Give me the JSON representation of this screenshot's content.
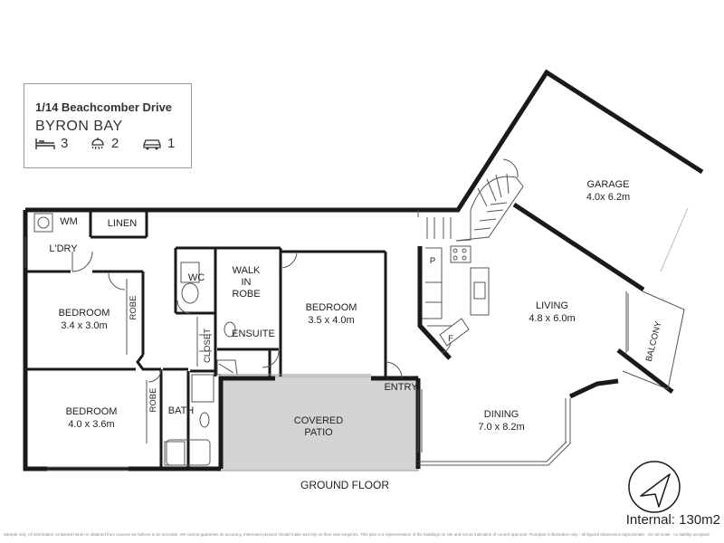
{
  "listing": {
    "address": "1/14 Beachcomber Drive",
    "suburb": "BYRON BAY",
    "features": [
      {
        "icon": "bed-icon",
        "count": "3"
      },
      {
        "icon": "shower-icon",
        "count": "2"
      },
      {
        "icon": "car-icon",
        "count": "1"
      }
    ]
  },
  "rooms": {
    "garage": {
      "name": "GARAGE",
      "size": "4.0x 6.2m"
    },
    "wm": "WM",
    "linen": "LINEN",
    "laundry": "L'DRY",
    "wc": "WC",
    "walk_in_robe_1": "WALK",
    "walk_in_robe_2": "IN",
    "walk_in_robe_3": "ROBE",
    "bedroom_main": {
      "name": "BEDROOM",
      "size": "3.5 x 4.0m"
    },
    "bedroom_2": {
      "name": "BEDROOM",
      "size": "3.4 x 3.0m"
    },
    "bedroom_3": {
      "name": "BEDROOM",
      "size": "4.0 x 3.6m"
    },
    "robe_1": "ROBE",
    "robe_2": "ROBE",
    "ensuite": "ENSUITE",
    "closet": "CLOSET",
    "bath": "BATH",
    "living": {
      "name": "LIVING",
      "size": "4.8 x 6.0m"
    },
    "balcony": "BALCONY",
    "entry": "ENTRY",
    "patio_1": "COVERED",
    "patio_2": "PATIO",
    "dining": {
      "name": "DINING",
      "size": "7.0 x 8.2m"
    },
    "pantry": "P",
    "fridge": "F",
    "floor": "GROUND FLOOR"
  },
  "internal_area": "Internal: 130m2",
  "disclaimer": "Sample only. All information contained herein is obtained from sources we believe to be accurate. We cannot guarantee its accuracy. Interested persons should make and rely on their own enquiries. This plan is a representation of the buildings on site and not an indication of council approval. Floorplan is illustrative only - all figured dimensions approximate - do not scale - no liability accepted."
}
